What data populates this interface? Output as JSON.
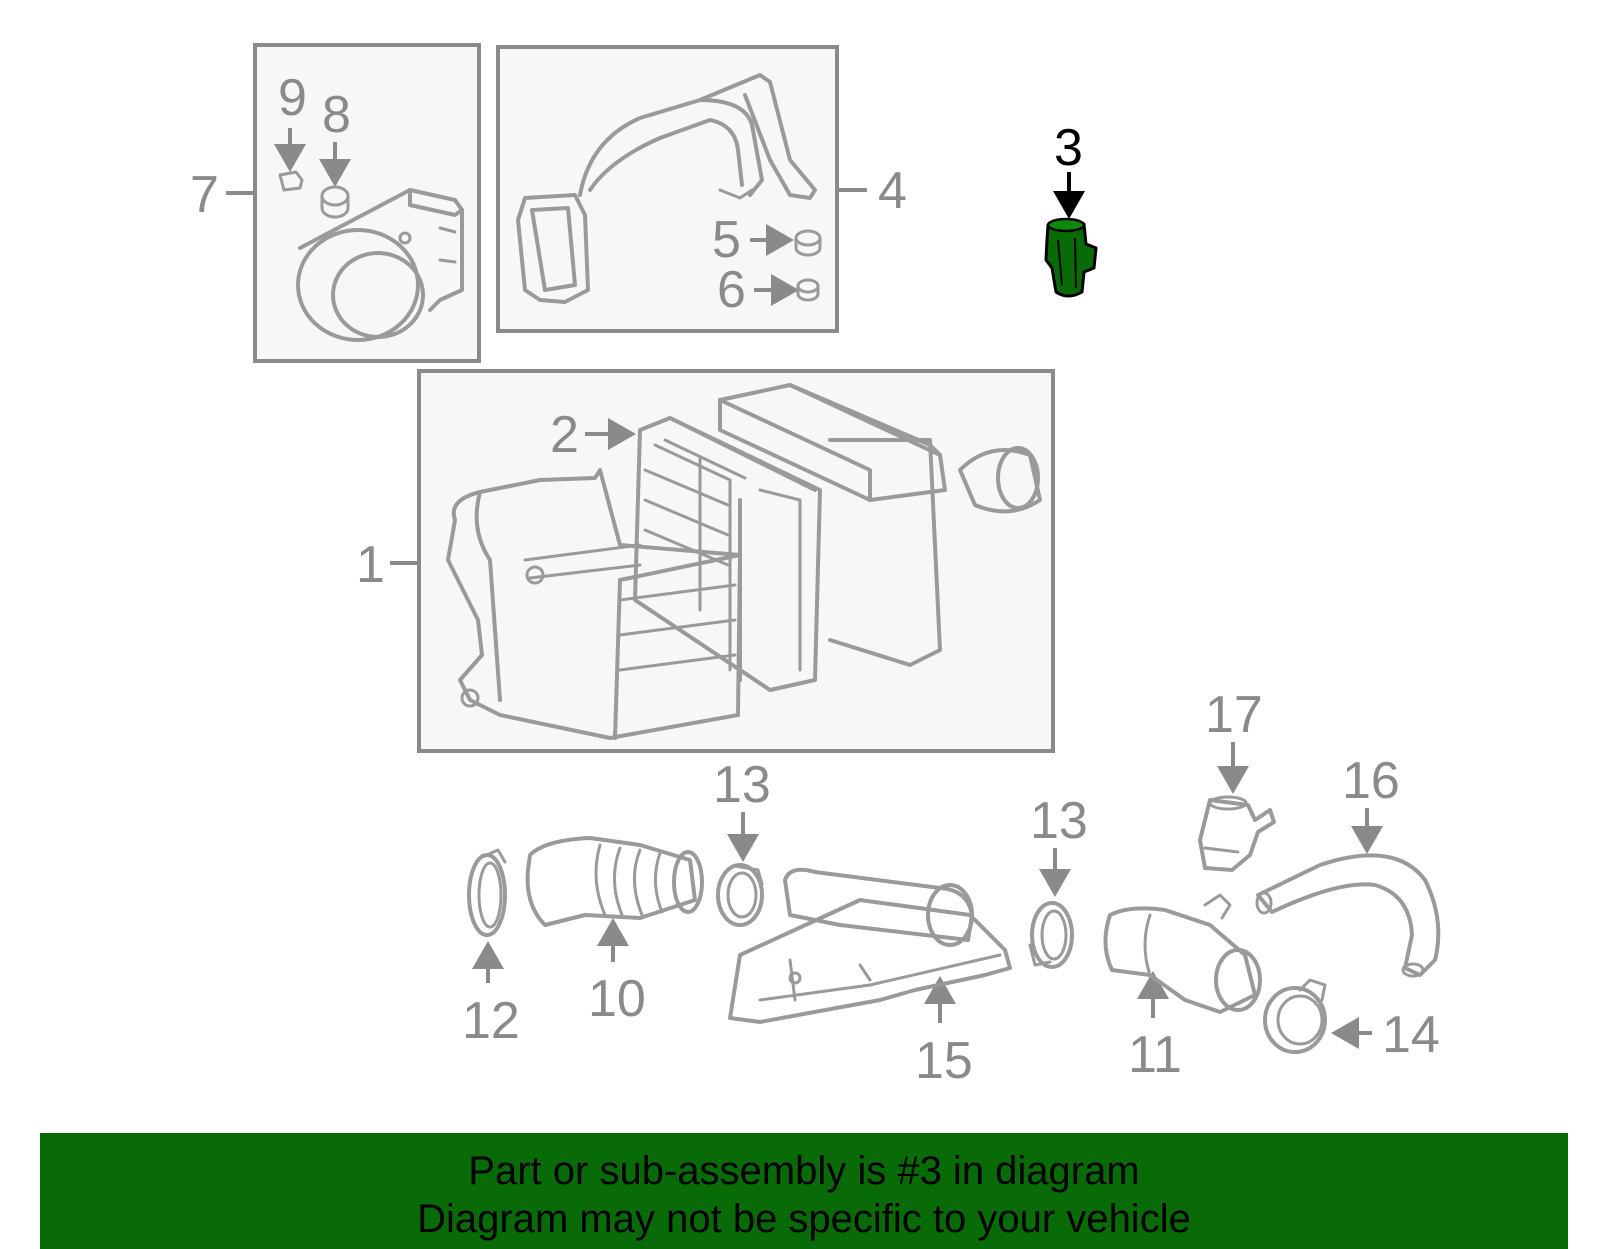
{
  "callouts": {
    "c1": "1",
    "c2": "2",
    "c3": "3",
    "c4": "4",
    "c5": "5",
    "c6": "6",
    "c7": "7",
    "c8": "8",
    "c9": "9",
    "c10": "10",
    "c11": "11",
    "c12": "12",
    "c13a": "13",
    "c13b": "13",
    "c14": "14",
    "c15": "15",
    "c16": "16",
    "c17": "17"
  },
  "banner": {
    "line1": "Part or sub-assembly is #3 in diagram",
    "line2": "Diagram may not be specific to your vehicle"
  },
  "colors": {
    "highlight": "#086b08",
    "part_line": "#9a9a9a",
    "frame_fill": "#f7f7f7"
  }
}
